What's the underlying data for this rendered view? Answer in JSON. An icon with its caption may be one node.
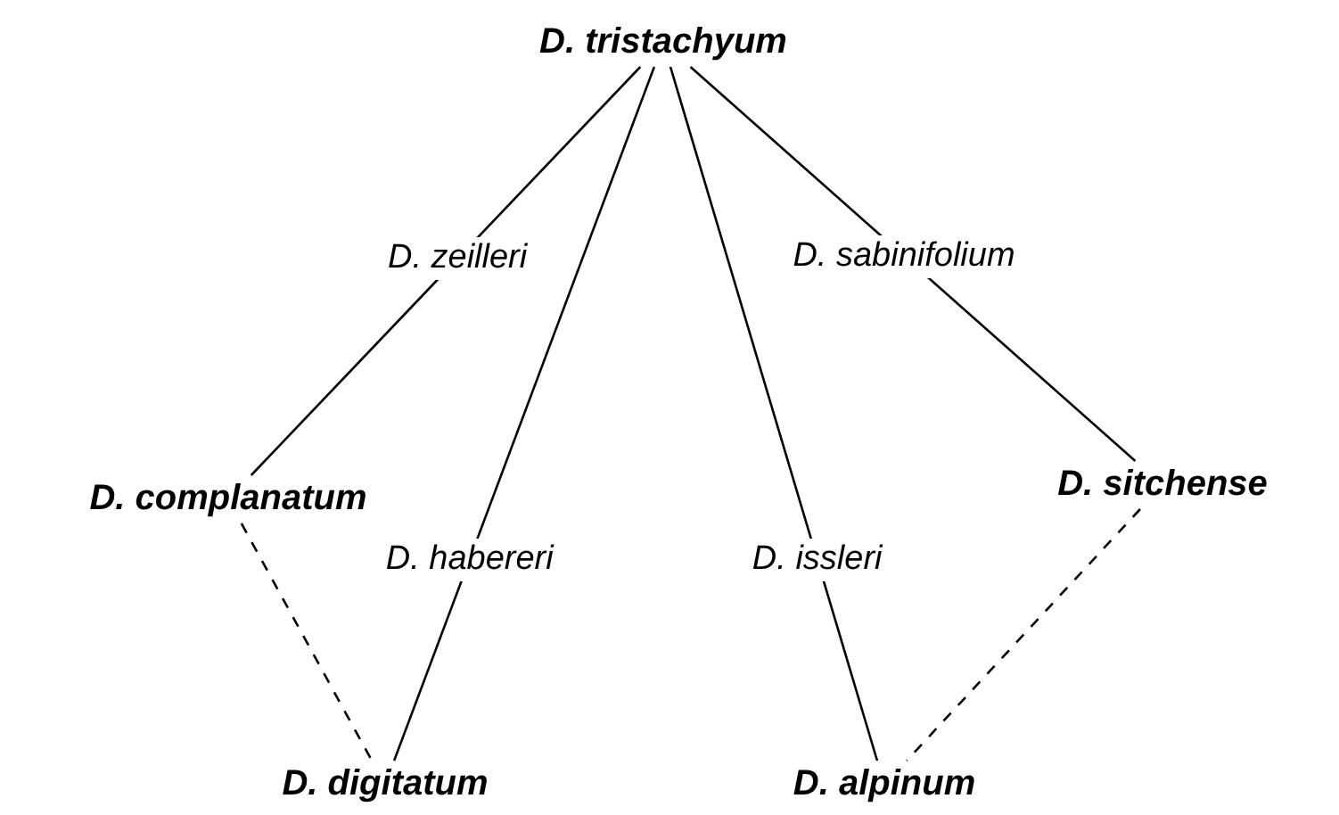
{
  "diagram": {
    "nodes": [
      {
        "text": [
          "D. tristachyum"
        ]
      },
      {
        "text": [
          "D. complanatum"
        ]
      },
      {
        "text": [
          "D. sitchense"
        ]
      },
      {
        "text": [
          "D. digitatum"
        ]
      },
      {
        "text": [
          "D. alpinum"
        ]
      }
    ],
    "edges": [
      {
        "from": 0,
        "to": 1,
        "arrow": "none",
        "label": "D. zeilleri"
      },
      {
        "from": 0,
        "to": 3,
        "arrow": "none",
        "label": "D. habereri"
      },
      {
        "from": 0,
        "to": 4,
        "arrow": "none",
        "label": "D. issleri"
      },
      {
        "from": 0,
        "to": 2,
        "arrow": "none",
        "label": "D. sabinifolium"
      },
      {
        "from": 1,
        "to": 3,
        "arrow": "none",
        "style": "dashed"
      },
      {
        "from": 2,
        "to": 4,
        "arrow": "none",
        "style": "dashed"
      }
    ]
  }
}
